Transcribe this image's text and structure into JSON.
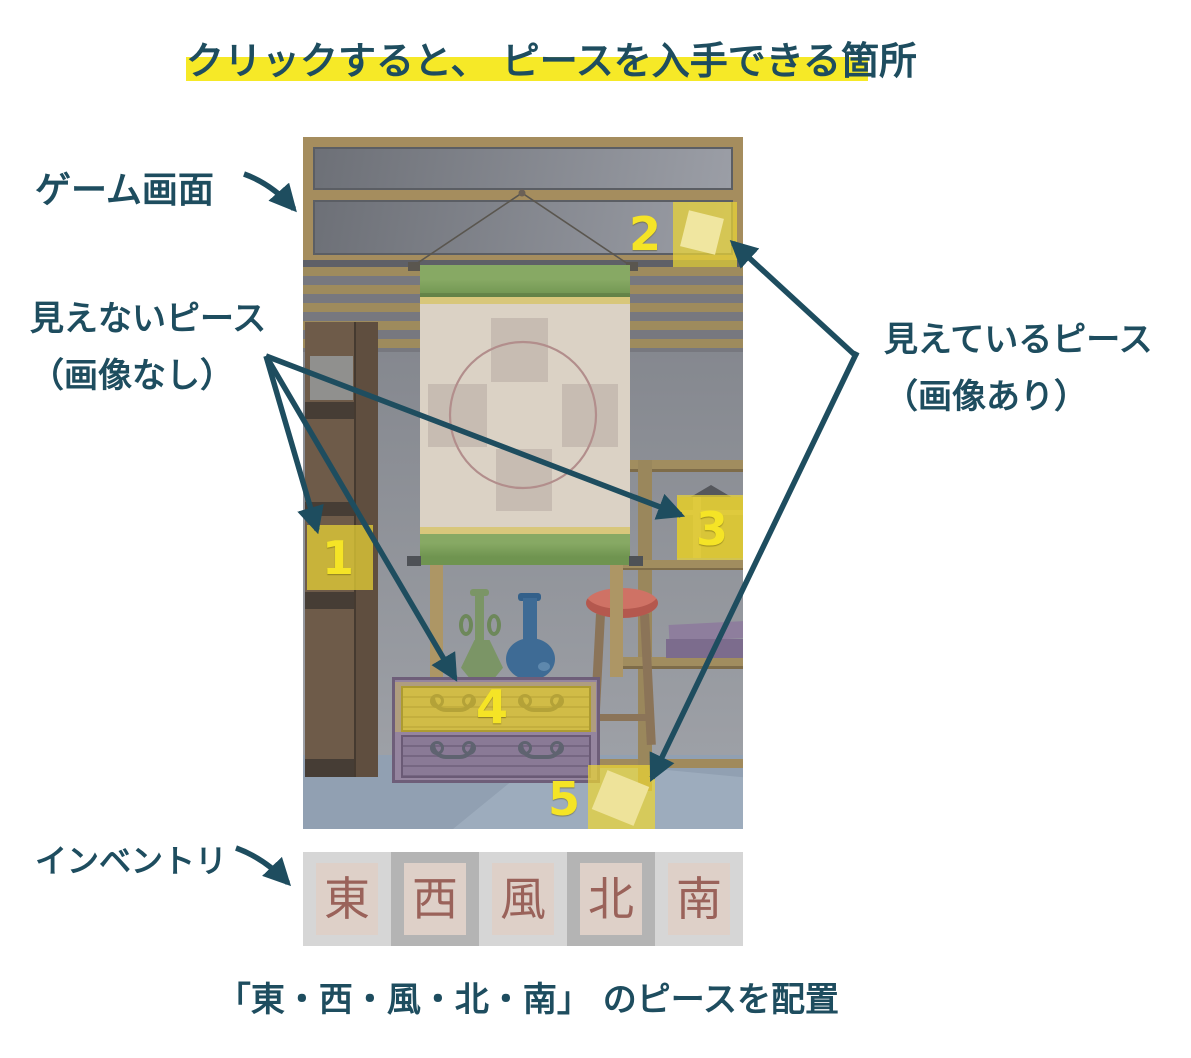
{
  "title": {
    "text": "クリックすると、 ピースを入手できる箇所"
  },
  "annotations": {
    "game_screen_label": "ゲーム画面",
    "invisible_pieces_label_line1": "見えないピース",
    "invisible_pieces_label_line2": "（画像なし）",
    "visible_pieces_label_line1": "見えているピース",
    "visible_pieces_label_line2": "（画像あり）",
    "inventory_label": "インベントリ",
    "caption": "「東・西・風・北・南」 のピースを配置"
  },
  "pieces": [
    {
      "label": "1",
      "visibility": "hidden"
    },
    {
      "label": "2",
      "visibility": "visible"
    },
    {
      "label": "3",
      "visibility": "hidden"
    },
    {
      "label": "4",
      "visibility": "hidden"
    },
    {
      "label": "5",
      "visibility": "visible"
    }
  ],
  "inventory_tiles": [
    {
      "kanji": "東"
    },
    {
      "kanji": "西"
    },
    {
      "kanji": "風"
    },
    {
      "kanji": "北"
    },
    {
      "kanji": "南"
    }
  ],
  "colors": {
    "accent_teal": "#1e4d5f",
    "highlight_yellow": "#f6e927",
    "piece_highlight": "#edd838",
    "piece_number": "#f5e426",
    "tile_kanji": "#9a625a"
  }
}
